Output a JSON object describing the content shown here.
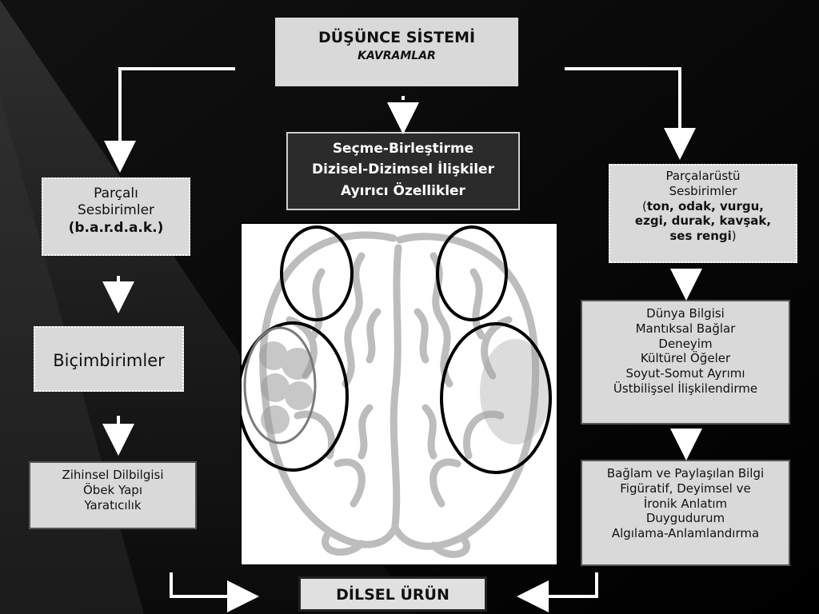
{
  "title": {
    "main": "DÜŞÜNCE SİSTEMİ",
    "sub": "KAVRAMLAR"
  },
  "center": {
    "lines": [
      "Seçme-Birleştirme",
      "Dizisel-Dizimsel İlişkiler",
      "Ayırıcı Özellikler"
    ]
  },
  "left": {
    "box1": {
      "line1": "Parçalı",
      "line2": "Sesbirimler",
      "line3": "(b.a.r.d.a.k.)"
    },
    "box2": {
      "label": "Biçimbirimler"
    },
    "box3": {
      "lines": [
        "Zihinsel Dilbilgisi",
        "Öbek Yapı",
        "Yaratıcılık"
      ]
    }
  },
  "right": {
    "box1": {
      "line1": "Parçalarüstü",
      "line2": "Sesbirimler",
      "line3_open": "(",
      "line3_bold": "ton, odak, vurgu,",
      "line4": "ezgi, durak, kavşak,",
      "line5": "ses rengi",
      "line5_close": ")"
    },
    "box2": {
      "lines": [
        "Dünya Bilgisi",
        "Mantıksal Bağlar",
        "Deneyim",
        "Kültürel Öğeler",
        "Soyut-Somut Ayrımı",
        "Üstbilişsel İlişkilendirme"
      ]
    },
    "box3": {
      "lines": [
        "Bağlam ve Paylaşılan Bilgi",
        "Figüratif, Deyimsel ve",
        "İronik Anlatım",
        "Duygudurum",
        "Algılama-Anlamlandırma"
      ]
    }
  },
  "bottom": {
    "label": "DİLSEL ÜRÜN"
  },
  "colors": {
    "box_light": "#d9d9d9",
    "dark_box": "#2b2b2b",
    "arrow": "#ffffff",
    "brain_line": "#bdbdbd",
    "brain_shade": "#9a9a9a"
  },
  "icons": [
    "brain-illustration",
    "arrow-down",
    "arrow-right",
    "arrow-left",
    "dotted-arrow-down"
  ]
}
